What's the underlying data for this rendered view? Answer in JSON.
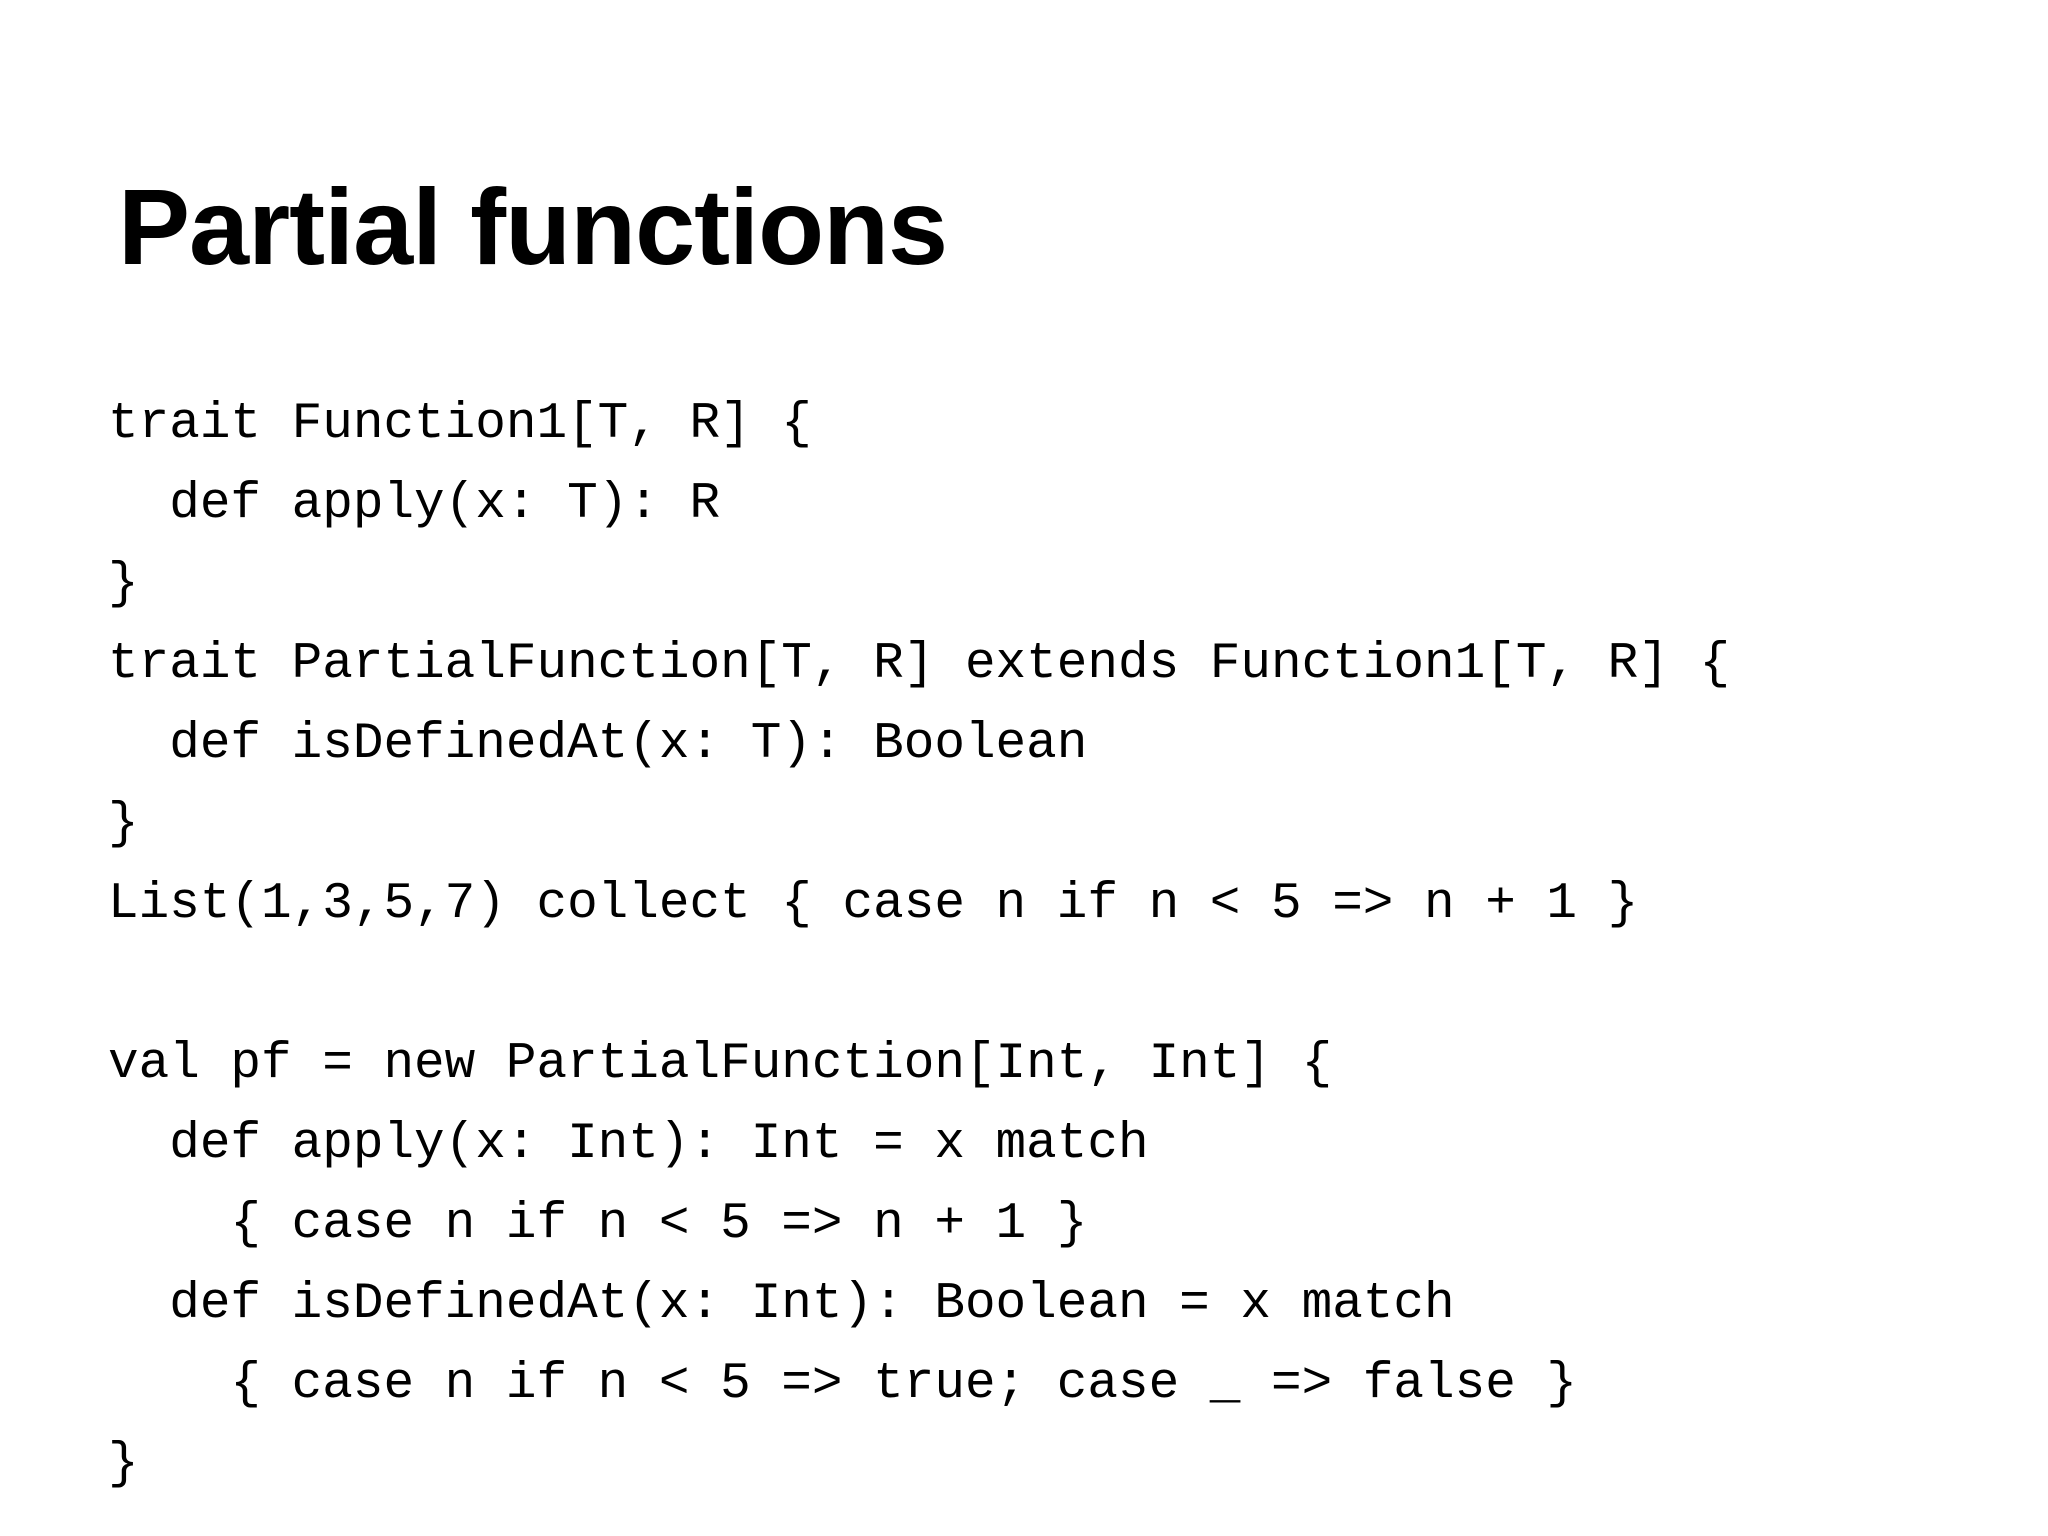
{
  "slide": {
    "title": "Partial functions",
    "colors": {
      "background": "#ffffff",
      "text": "#000000"
    },
    "code_lines": [
      "trait Function1[T, R] {",
      "  def apply(x: T): R",
      "}",
      "trait PartialFunction[T, R] extends Function1[T, R] {",
      "  def isDefinedAt(x: T): Boolean",
      "}",
      "List(1,3,5,7) collect { case n if n < 5 => n + 1 }",
      "",
      "val pf = new PartialFunction[Int, Int] {",
      "  def apply(x: Int): Int = x match",
      "    { case n if n < 5 => n + 1 }",
      "  def isDefinedAt(x: Int): Boolean = x match",
      "    { case n if n < 5 => true; case _ => false }",
      "}"
    ]
  }
}
